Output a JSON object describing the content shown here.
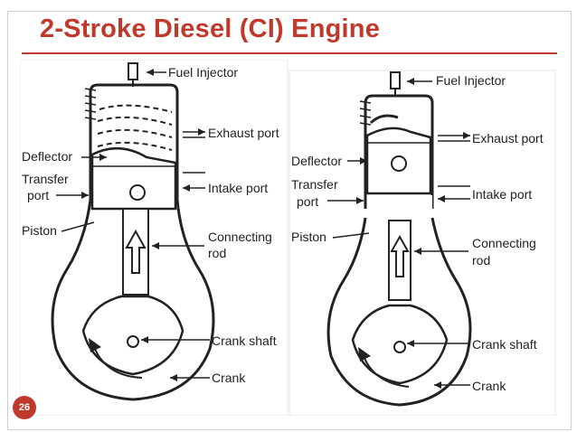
{
  "slide": {
    "title": "2-Stroke Diesel (CI) Engine",
    "slide_number": "26",
    "accent_color": "#c0392b"
  },
  "left_diagram": {
    "labels": {
      "fuel_injector": "Fuel Injector",
      "exhaust_port": "Exhaust port",
      "deflector": "Deflector",
      "transfer_port_line1": "Transfer",
      "transfer_port_line2": "port",
      "intake_port": "Intake port",
      "piston": "Piston",
      "connecting_rod_line1": "Connecting",
      "connecting_rod_line2": "rod",
      "crank_shaft": "Crank shaft",
      "crank": "Crank"
    }
  },
  "right_diagram": {
    "labels": {
      "fuel_injector": "Fuel Injector",
      "exhaust_port": "Exhaust port",
      "deflector": "Deflector",
      "transfer_port_line1": "Transfer",
      "transfer_port_line2": "port",
      "intake_port": "Intake port",
      "piston": "Piston",
      "connecting_rod_line1": "Connecting",
      "connecting_rod_line2": "rod",
      "crank_shaft": "Crank shaft",
      "crank": "Crank"
    }
  }
}
